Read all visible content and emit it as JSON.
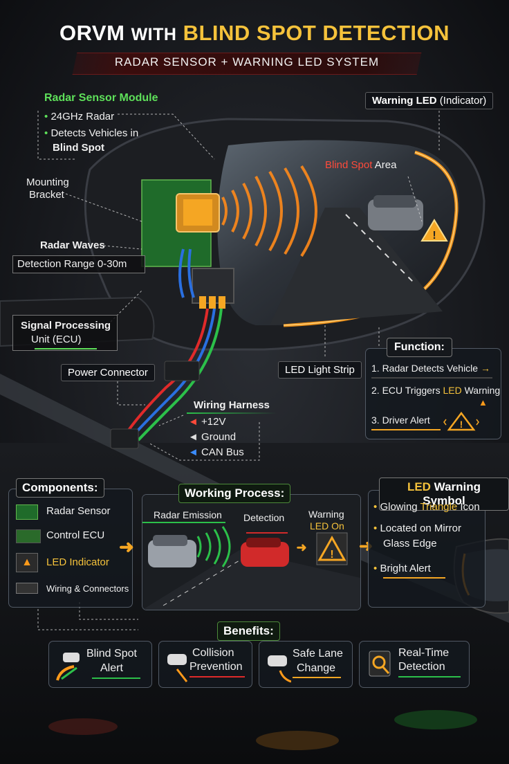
{
  "title": {
    "w1": "ORVM",
    "w2": "WITH",
    "w3": "BLIND SPOT DETECTION"
  },
  "subtitle": "RADAR SENSOR + WARNING LED SYSTEM",
  "labels": {
    "radar_module_title": "Radar Sensor Module",
    "radar_bullet1": "24GHz Radar",
    "radar_bullet2a": "Detects Vehicles in",
    "radar_bullet2b": "Blind Spot",
    "mounting_bracket_a": "Mounting",
    "mounting_bracket_b": "Bracket",
    "radar_waves": "Radar Waves",
    "detection_range": "Detection Range 0-30m",
    "signal_unit_a": "Signal Processing",
    "signal_unit_b": "Unit (ECU)",
    "power_connector": "Power Connector",
    "wiring_harness": "Wiring Harness",
    "wire_12v": "+12V",
    "wire_ground": "Ground",
    "wire_can": "CAN Bus",
    "warning_led_a": "Warning LED",
    "warning_led_b": "(Indicator)",
    "blind_spot_a": "Blind Spot",
    "blind_spot_b": "Area",
    "led_strip": "LED Light Strip"
  },
  "function_panel": {
    "title": "Function:",
    "items": [
      "1. Radar Detects Vehicle",
      "2. ECU Triggers",
      "3. Driver Alert"
    ],
    "item2_led": "LED",
    "item2_rest": "Warning"
  },
  "components": {
    "title": "Components:",
    "items": [
      {
        "label": "Radar Sensor"
      },
      {
        "label": "Control ECU"
      },
      {
        "label": "LED Indicator"
      },
      {
        "label": "Wiring & Connectors"
      }
    ]
  },
  "working_process": {
    "title": "Working Process:",
    "step1": "Radar Emission",
    "step2": "Detection",
    "step3a": "Warning",
    "step3b": "LED On"
  },
  "led_symbol": {
    "title_a": "LED",
    "title_b": "Warning Symbol",
    "item1a": "Glowing",
    "item1b": "Triangle",
    "item1c": "Icon",
    "item2a": "Located on Mirror",
    "item2b": "Glass Edge",
    "item3": "Bright Alert"
  },
  "benefits": {
    "title": "Benefits:",
    "items": [
      {
        "l1": "Blind Spot",
        "l2": "Alert"
      },
      {
        "l1": "Collision",
        "l2": "Prevention"
      },
      {
        "l1": "Safe Lane",
        "l2": "Change"
      },
      {
        "l1": "Real-Time",
        "l2": "Detection"
      }
    ]
  },
  "colors": {
    "accent_yellow": "#f5c23b",
    "accent_green": "#5ee05a",
    "accent_red": "#ff4a3a",
    "led_orange": "#ff9a1a"
  }
}
